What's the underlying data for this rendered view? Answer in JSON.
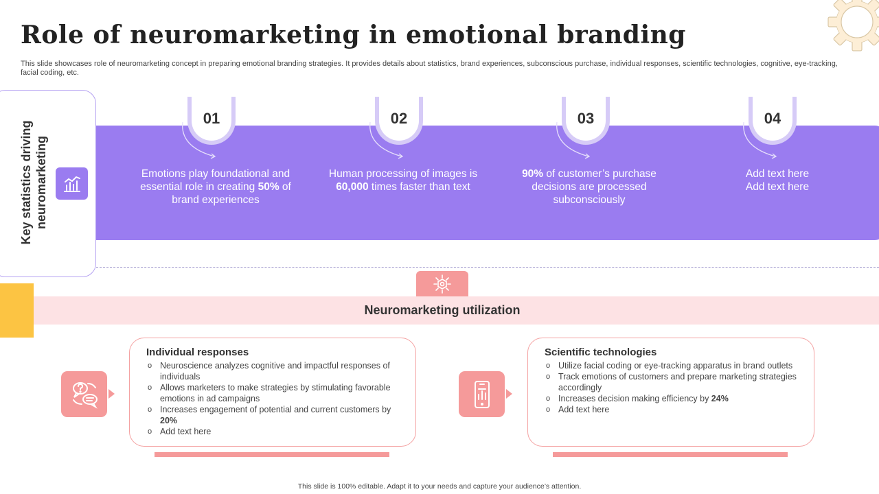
{
  "title": "Role of neuromarketing in emotional branding",
  "subtitle": "This slide showcases role of neuromarketing concept in preparing emotional branding strategies. It provides details about statistics, brand experiences, subconscious purchase, individual responses, scientific technologies, cognitive, eye-tracking, facial coding, etc.",
  "side_label": "Key statistics driving neuromarketing",
  "stats": [
    {
      "number": "01",
      "before": "Emotions play foundational and essential role in creating ",
      "bold": "50%",
      "after": " of brand experiences"
    },
    {
      "number": "02",
      "before": "Human processing of images is ",
      "bold": "60,000",
      "after": " times faster than text"
    },
    {
      "number": "03",
      "before": "",
      "bold": "90%",
      "after": " of customer’s purchase decisions are processed subconsciously"
    },
    {
      "number": "04",
      "line1": "Add text here",
      "line2": "Add text here"
    }
  ],
  "utilization_title": "Neuromarketing utilization",
  "cards": [
    {
      "title": "Individual responses",
      "items": [
        {
          "text": "Neuroscience analyzes cognitive and impactful responses of individuals"
        },
        {
          "text": "Allows marketers to make strategies by stimulating favorable  emotions in ad campaigns"
        },
        {
          "text": "Increases engagement of  potential and current customers by ",
          "bold": "20%"
        },
        {
          "text": "Add text here"
        }
      ]
    },
    {
      "title": "Scientific technologies",
      "items": [
        {
          "text": "Utilize facial coding or eye-tracking apparatus in brand outlets"
        },
        {
          "text": "Track emotions of customers and prepare marketing strategies accordingly"
        },
        {
          "text": "Increases decision making efficiency by ",
          "bold": "24%"
        },
        {
          "text": "Add text here"
        }
      ]
    }
  ],
  "bullet_glyph": "o",
  "footer": "This slide is 100% editable.  Adapt it to your needs and capture your audience’s attention.",
  "colors": {
    "purple": "#9a7cf0",
    "light_purple": "#d6cbf7",
    "pink": "#f59a9a",
    "light_pink": "#fde2e4",
    "yellow": "#fcc443"
  },
  "icons": [
    "gear-icon",
    "bar-chart-icon",
    "brain-chip-icon",
    "speech-bubbles-question-icon",
    "smartphone-data-icon"
  ]
}
